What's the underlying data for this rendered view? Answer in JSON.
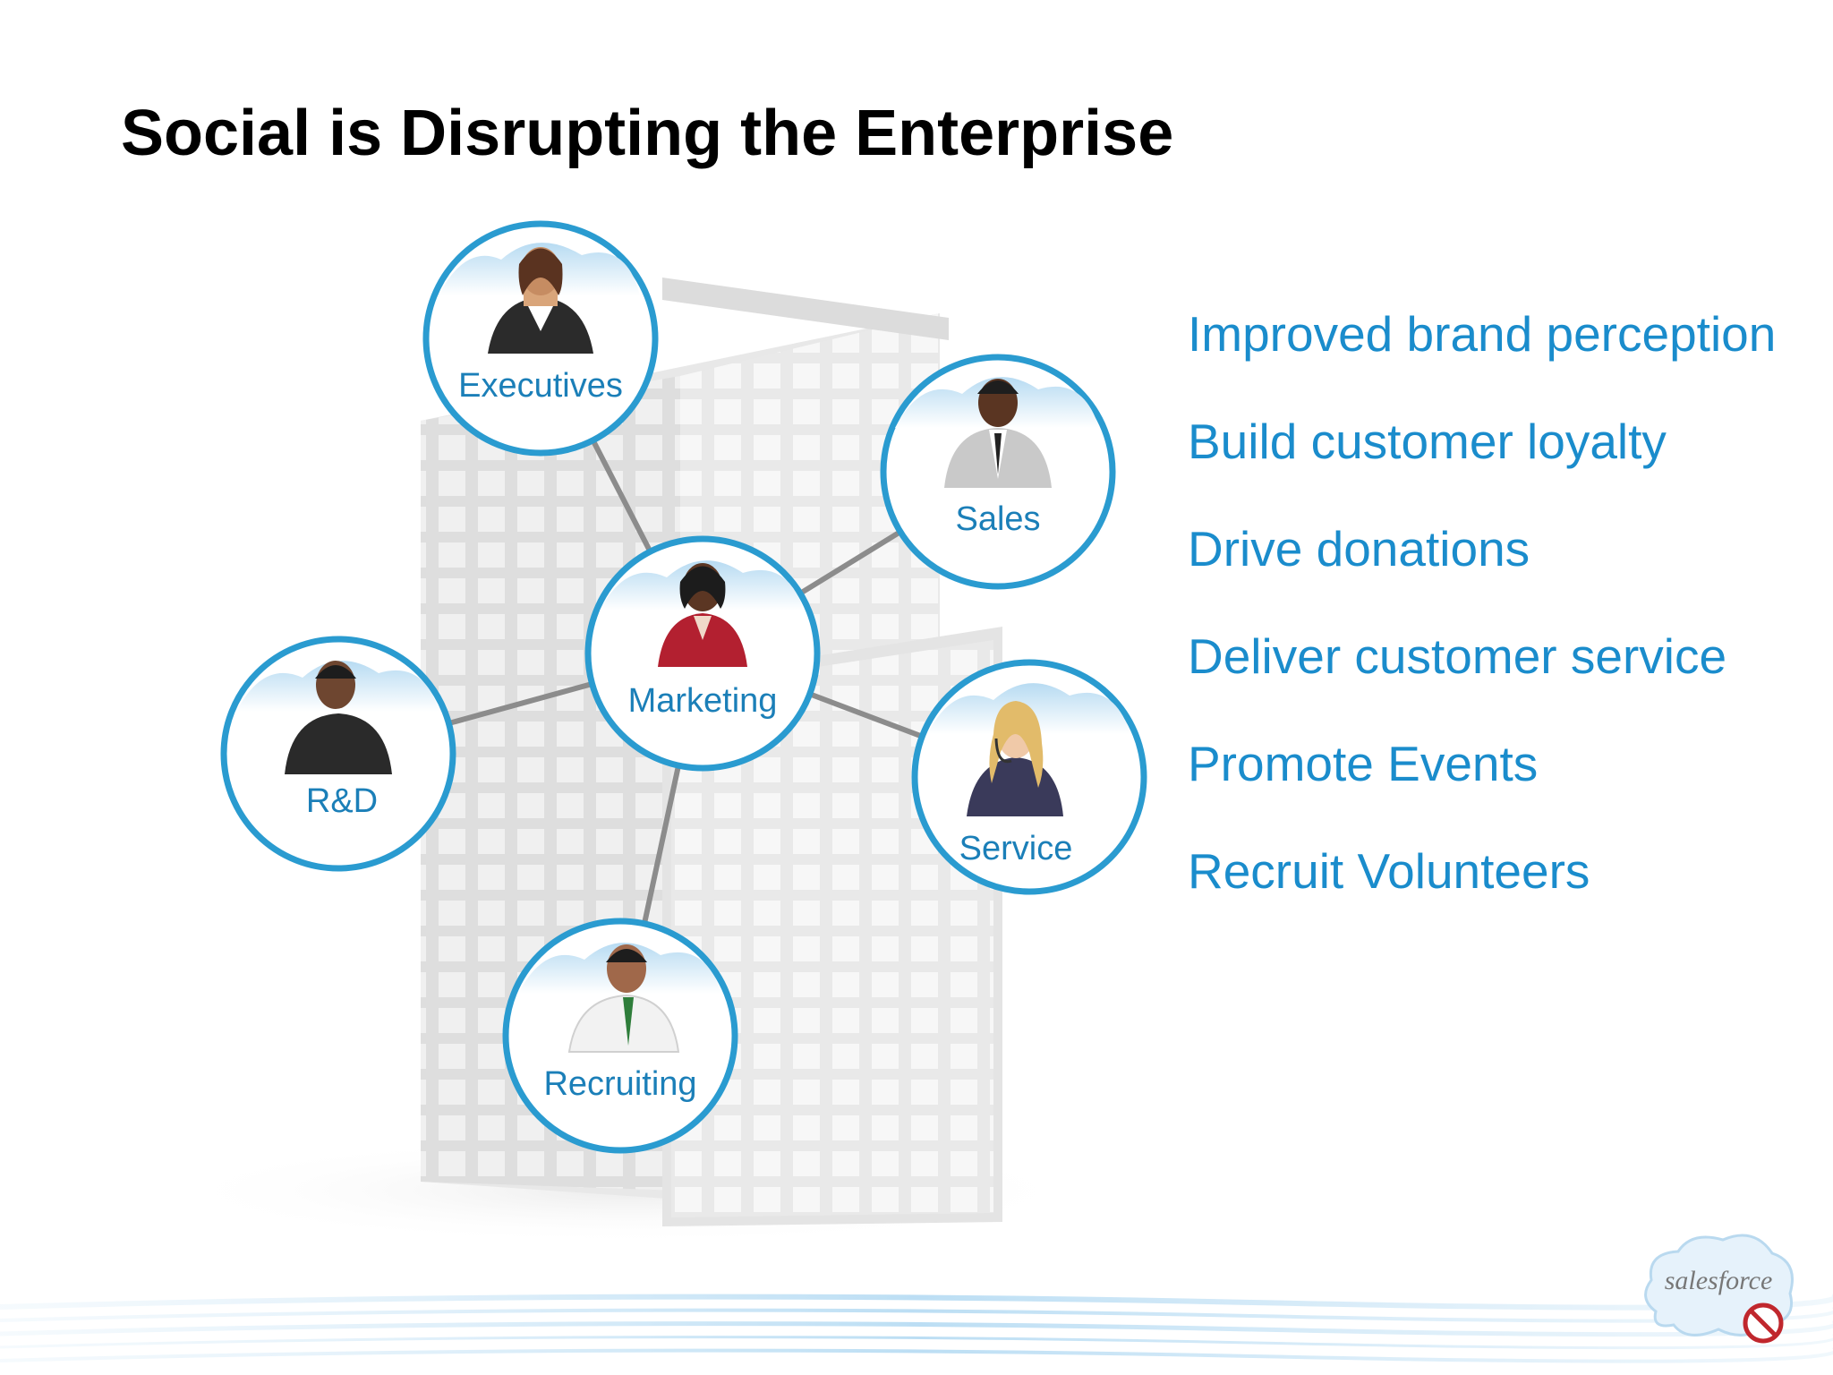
{
  "slide": {
    "title": "Social is Disrupting the Enterprise"
  },
  "diagram": {
    "hub": {
      "label": "Marketing"
    },
    "nodes": [
      {
        "id": "executives",
        "label": "Executives"
      },
      {
        "id": "sales",
        "label": "Sales"
      },
      {
        "id": "rd",
        "label": "R&D"
      },
      {
        "id": "service",
        "label": "Service"
      },
      {
        "id": "recruiting",
        "label": "Recruiting"
      }
    ]
  },
  "benefits": [
    "Improved brand perception",
    "Build customer loyalty",
    "Drive donations",
    "Deliver customer service",
    "Promote Events",
    "Recruit Volunteers"
  ],
  "logo": {
    "brand": "salesforce"
  },
  "colors": {
    "accent": "#1a8ccc",
    "ring": "#2a9bd0",
    "cloud": "#cfe6f5",
    "connector": "#8c8c8c"
  }
}
